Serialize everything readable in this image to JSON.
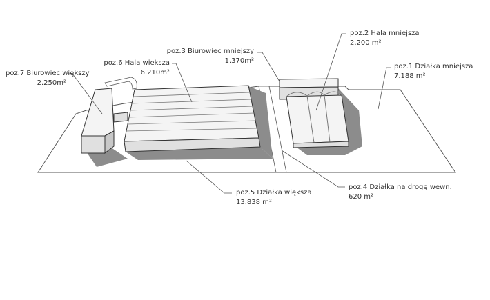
{
  "labels": {
    "poz7": {
      "name": "poz.7 Biurowiec większy",
      "area": "2.250m²"
    },
    "poz6": {
      "name": "poz.6 Hala większa",
      "area": "6.210m²"
    },
    "poz3": {
      "name": "poz.3 Biurowiec mniejszy",
      "area": "1.370m²"
    },
    "poz2": {
      "name": "poz.2 Hala mniejsza",
      "area": "2.200 m²"
    },
    "poz1": {
      "name": "poz.1 Działka mniejsza",
      "area": "7.188 m²"
    },
    "poz5": {
      "name": "poz.5 Działka większa",
      "area": "13.838 m²"
    },
    "poz4": {
      "name": "poz.4 Działka na drogę wewn.",
      "area": "620 m²"
    }
  },
  "colors": {
    "line": "#444444",
    "shadow": "#8c8c8c",
    "roof": "#f4f4f4",
    "wall": "#e0e0e0"
  }
}
